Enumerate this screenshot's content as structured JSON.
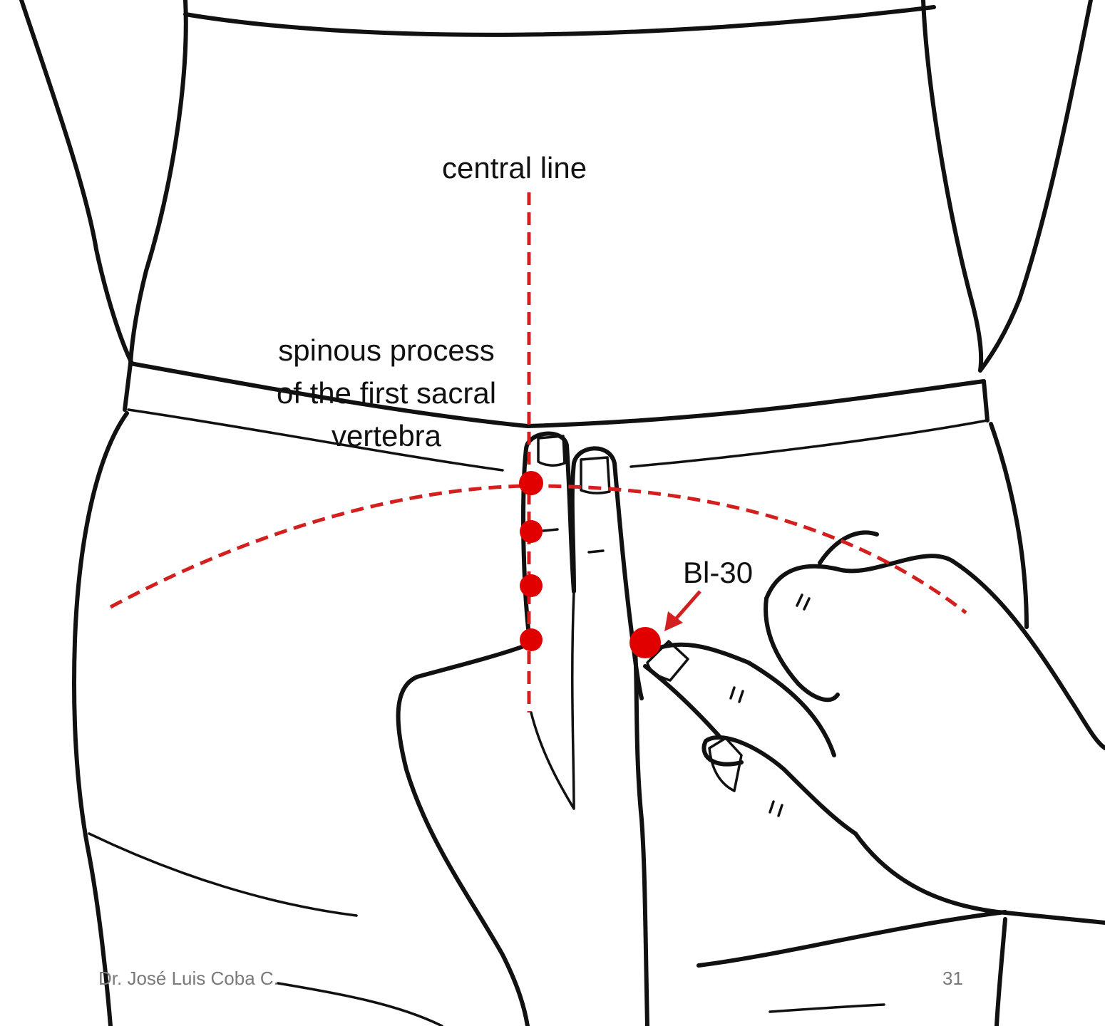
{
  "labels": {
    "central_line": "central line",
    "spinous_line1": "spinous process",
    "spinous_line2": "of the first sacral",
    "spinous_line3": "vertebra",
    "point": "Bl-30"
  },
  "footer": {
    "author": "Dr. José Luis Coba C.",
    "page_number": "31"
  },
  "colors": {
    "marker": "#e00000",
    "guide": "#d41f1f",
    "outline": "#111111"
  }
}
